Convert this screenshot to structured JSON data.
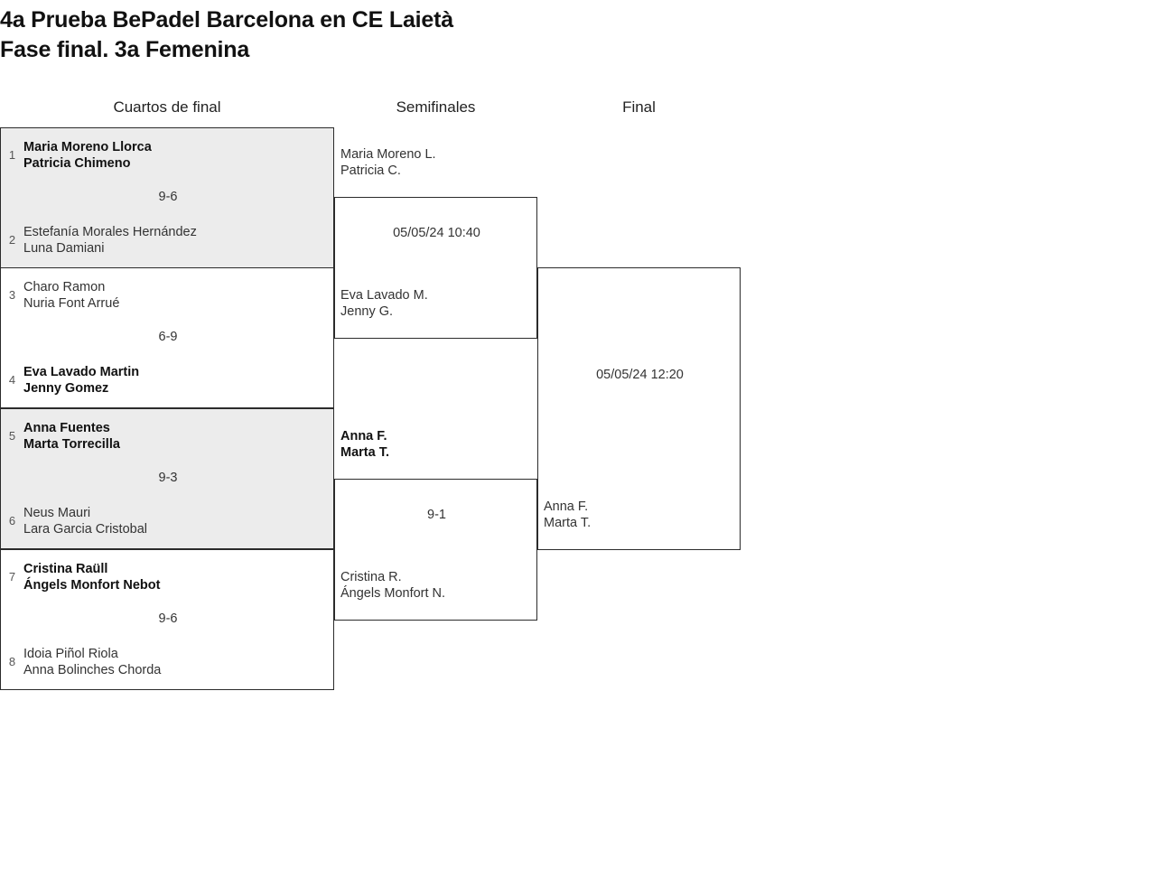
{
  "title": {
    "line1": "4a Prueba BePadel Barcelona en CE Laietà",
    "line2": "Fase final. 3a Femenina"
  },
  "rounds": {
    "quarterfinals_label": "Cuartos de final",
    "semifinals_label": "Semifinales",
    "final_label": "Final"
  },
  "quarterfinals": [
    {
      "shaded": true,
      "score": "9-6",
      "top": {
        "seed": "1",
        "player1": "Maria Moreno Llorca",
        "player2": "Patricia Chimeno",
        "winner": true
      },
      "bottom": {
        "seed": "2",
        "player1": "Estefanía Morales Hernández",
        "player2": "Luna Damiani",
        "winner": false
      }
    },
    {
      "shaded": false,
      "score": "6-9",
      "top": {
        "seed": "3",
        "player1": "Charo Ramon",
        "player2": "Nuria Font Arrué",
        "winner": false
      },
      "bottom": {
        "seed": "4",
        "player1": "Eva Lavado Martin",
        "player2": "Jenny Gomez",
        "winner": true
      }
    },
    {
      "shaded": true,
      "score": "9-3",
      "top": {
        "seed": "5",
        "player1": "Anna Fuentes",
        "player2": "Marta Torrecilla",
        "winner": true
      },
      "bottom": {
        "seed": "6",
        "player1": "Neus Mauri",
        "player2": "Lara Garcia Cristobal",
        "winner": false
      }
    },
    {
      "shaded": false,
      "score": "9-6",
      "top": {
        "seed": "7",
        "player1": "Cristina Raüll",
        "player2": "Ángels Monfort Nebot",
        "winner": true
      },
      "bottom": {
        "seed": "8",
        "player1": "Idoia Piñol Riola",
        "player2": "Anna Bolinches Chorda",
        "winner": false
      }
    }
  ],
  "semifinals": [
    {
      "score": "05/05/24 10:40",
      "top": {
        "player1": "Maria Moreno L.",
        "player2": "Patricia C.",
        "winner": false
      },
      "bottom": {
        "player1": "Eva Lavado M.",
        "player2": "Jenny G.",
        "winner": false
      }
    },
    {
      "score": "9-1",
      "top": {
        "player1": "Anna F.",
        "player2": "Marta T.",
        "winner": true
      },
      "bottom": {
        "player1": "Cristina R.",
        "player2": "Ángels Monfort N.",
        "winner": false
      }
    }
  ],
  "final": {
    "score": "05/05/24 12:20",
    "top": {
      "player1": "",
      "player2": "",
      "winner": false
    },
    "bottom": {
      "player1": "Anna F.",
      "player2": "Marta T.",
      "winner": false
    }
  },
  "colors": {
    "shaded_row": "#ececec",
    "border": "#2b2b2b",
    "text": "#333333"
  }
}
